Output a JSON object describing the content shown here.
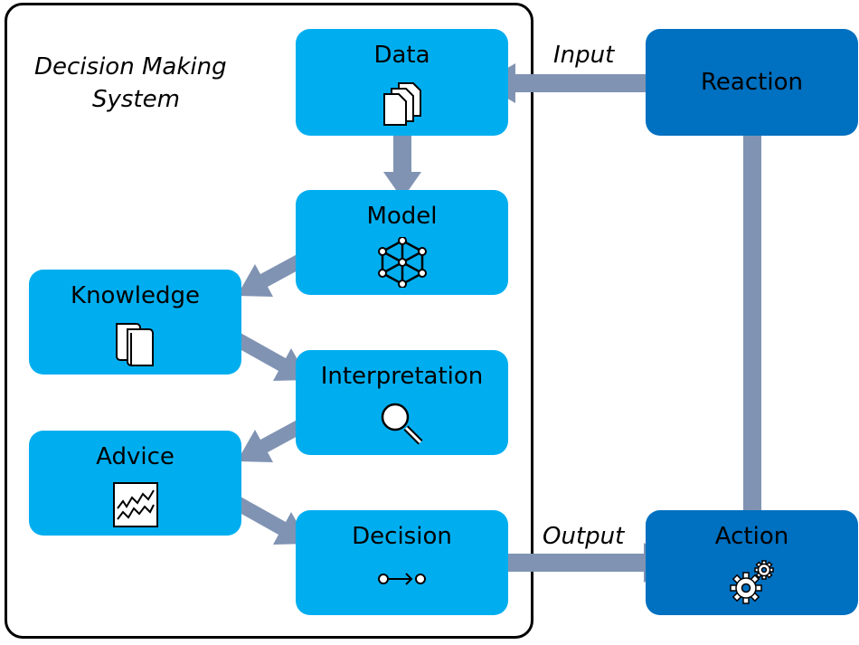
{
  "system": {
    "title_line1": "Decision Making",
    "title_line2": "System"
  },
  "nodes": {
    "data": {
      "label": "Data",
      "icon": "documents-icon"
    },
    "model": {
      "label": "Model",
      "icon": "network-cube-icon"
    },
    "knowledge": {
      "label": "Knowledge",
      "icon": "books-icon"
    },
    "interpretation": {
      "label": "Interpretation",
      "icon": "magnifier-icon"
    },
    "advice": {
      "label": "Advice",
      "icon": "line-chart-icon"
    },
    "decision": {
      "label": "Decision",
      "icon": "flow-nodes-icon"
    },
    "reaction": {
      "label": "Reaction"
    },
    "action": {
      "label": "Action",
      "icon": "gears-icon"
    }
  },
  "flows": {
    "input_label": "Input",
    "output_label": "Output"
  },
  "colors": {
    "light_box": "#00aeef",
    "dark_box": "#0070c0",
    "arrow": "#8093b3",
    "frame": "#000000"
  }
}
